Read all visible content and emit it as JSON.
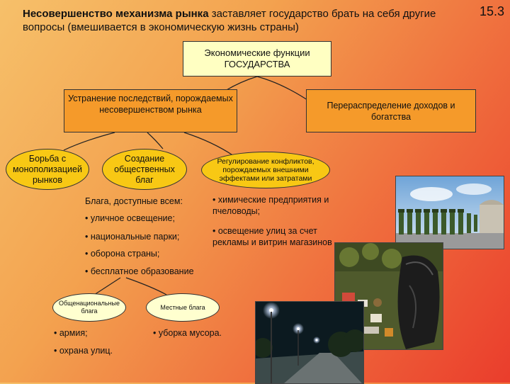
{
  "header": {
    "title_bold": "Несовершенство механизма рынка",
    "title_rest": " заставляет государство брать на себя другие вопросы (вмешивается в экономическую жизнь страны)",
    "slide_number": "15.3"
  },
  "nodes": {
    "main": "Экономические функции ГОСУДАРСТВА",
    "elimination": "Устранение последствий, порождаемых несовершенством рынка",
    "redistribution": "Перераспределение доходов и богатства",
    "monopoly": "Борьба с монополизацией рынков",
    "public_goods": "Создание общественных благ",
    "conflicts": "Регулирование конфликтов, порождаемых внешними эффектами или затратами",
    "national_goods": "Общенациональные блага",
    "local_goods": "Местные блага"
  },
  "public_goods_list": {
    "heading": "Блага, доступные всем:",
    "items": [
      "• уличное освещение;",
      "• национальные парки;",
      "• оборона страны;",
      "• бесплатное образование"
    ]
  },
  "conflict_examples": [
    "• химические предприятия и пчеловоды;",
    "• освещение улиц за счет рекламы и витрин магазинов"
  ],
  "national_examples": [
    "• армия;",
    "• охрана улиц."
  ],
  "local_examples": [
    "• уборка мусора."
  ],
  "colors": {
    "main_box": "#ffffc2",
    "orange_box": "#f59a2a",
    "yellow_ellipse": "#f8c814",
    "light_ellipse": "#ffffcf"
  }
}
